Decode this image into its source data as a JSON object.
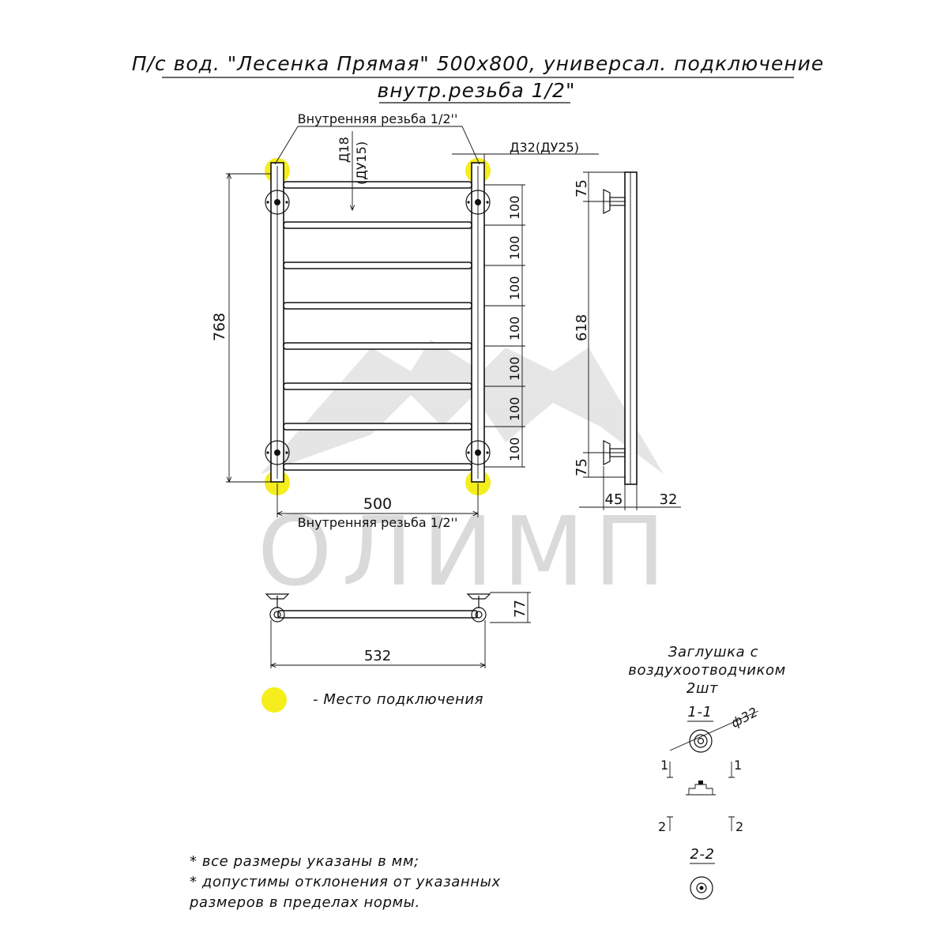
{
  "drawing": {
    "title_line1": "П/с вод. \"Лесенка Прямая\" 500x800, универсал. подключение",
    "title_line2": "внутр.резьба 1/2\"",
    "watermark": "ОЛИМП",
    "colors": {
      "connection_marker": "#f5ee1c",
      "line": "#111111",
      "watermark": "#cfcfcf"
    }
  },
  "front_view": {
    "thread_label_top": "Внутренняя резьба 1/2''",
    "thread_label_bottom": "Внутренняя резьба 1/2''",
    "inner_pipe_label": "Д18",
    "inner_pipe_label2": "(ДУ15)",
    "outer_pipe_label": "Д32(ДУ25)",
    "height_dim": "768",
    "width_dim": "500",
    "rung_spacing": [
      "100",
      "100",
      "100",
      "100",
      "100",
      "100",
      "100"
    ]
  },
  "side_view": {
    "top_offset": "75",
    "mid_dim": "618",
    "bottom_offset": "75",
    "depth_dim": "45",
    "pipe_dim": "32"
  },
  "top_view": {
    "width_dim": "532",
    "depth_dim": "77"
  },
  "legend": {
    "marker_label": "- Место подключения"
  },
  "plug": {
    "title_line1": "Заглушка с",
    "title_line2": "воздухоотводчиком",
    "title_line3": "2шт",
    "section1": "1-1",
    "diameter": "ф32",
    "cut_top_left": "1",
    "cut_top_right": "1",
    "cut_bottom_left": "2",
    "cut_bottom_right": "2",
    "section2": "2-2"
  },
  "notes": {
    "line1": "* все размеры указаны в мм;",
    "line2": "* допустимы отклонения от указанных",
    "line3": "размеров в пределах нормы."
  }
}
